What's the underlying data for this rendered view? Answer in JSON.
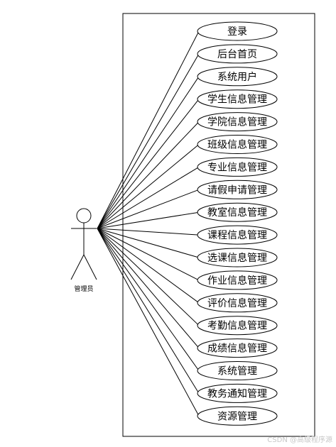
{
  "actor": {
    "label": "管理员"
  },
  "use_cases": [
    {
      "label": "登录"
    },
    {
      "label": "后台首页"
    },
    {
      "label": "系统用户"
    },
    {
      "label": "学生信息管理"
    },
    {
      "label": "学院信息管理"
    },
    {
      "label": "班级信息管理"
    },
    {
      "label": "专业信息管理"
    },
    {
      "label": "请假申请管理"
    },
    {
      "label": "教室信息管理"
    },
    {
      "label": "课程信息管理"
    },
    {
      "label": "选课信息管理"
    },
    {
      "label": "作业信息管理"
    },
    {
      "label": "评价信息管理"
    },
    {
      "label": "考勤信息管理"
    },
    {
      "label": "成绩信息管理"
    },
    {
      "label": "系统管理"
    },
    {
      "label": "教务通知管理"
    },
    {
      "label": "资源管理"
    }
  ],
  "watermark": "CSDN @高级程序源"
}
